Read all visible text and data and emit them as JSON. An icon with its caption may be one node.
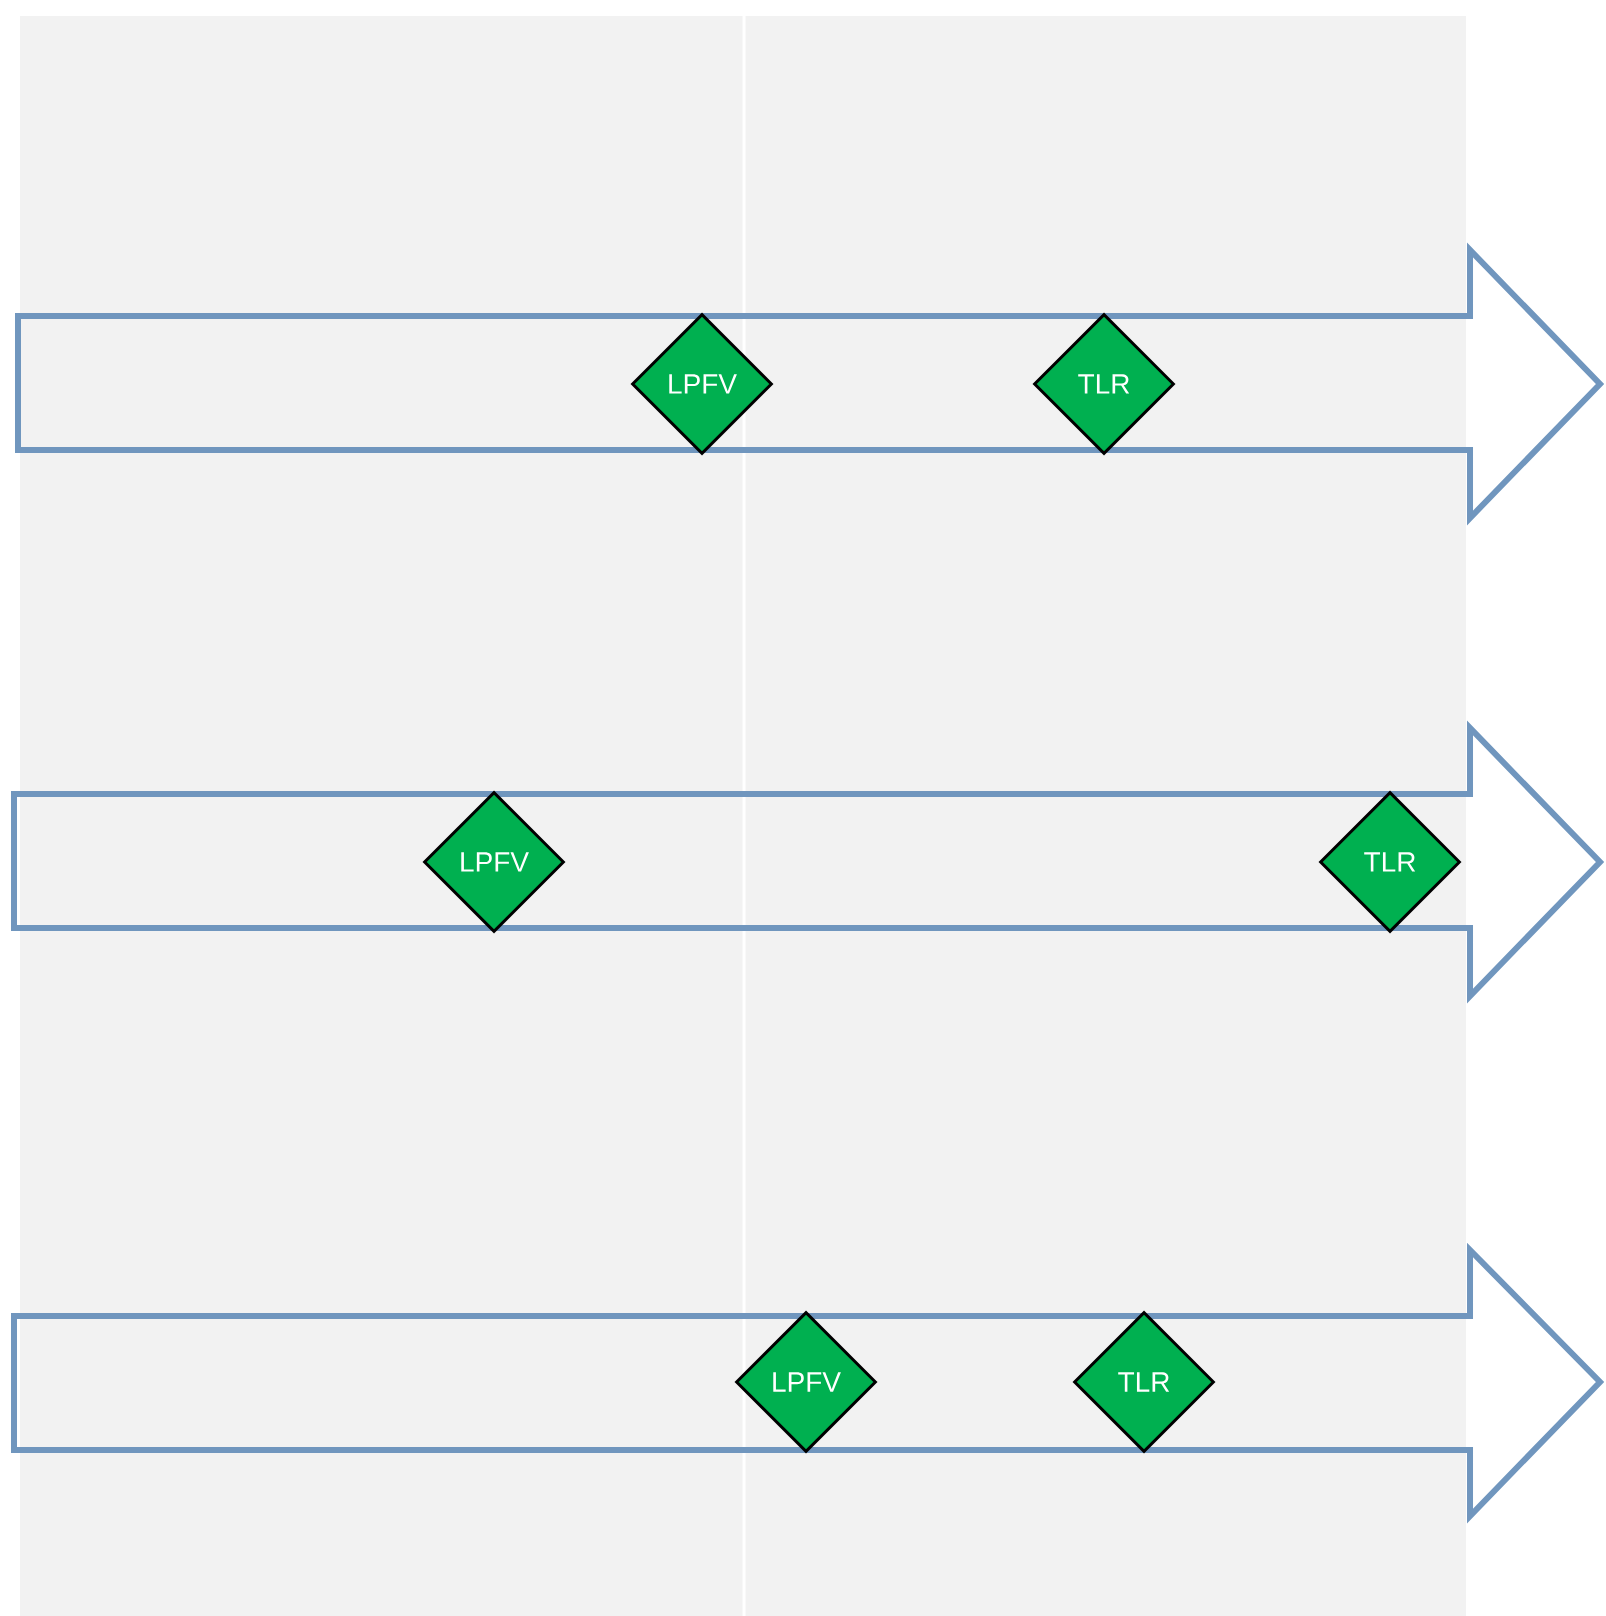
{
  "diagram": {
    "nodes": [
      {
        "text": [
          "LPFV"
        ]
      },
      {
        "text": [
          "TLR"
        ]
      },
      {
        "text": [
          "LPFV"
        ]
      },
      {
        "text": [
          "TLR"
        ]
      },
      {
        "text": [
          "LPFV"
        ]
      },
      {
        "text": [
          "TLR"
        ]
      }
    ]
  }
}
